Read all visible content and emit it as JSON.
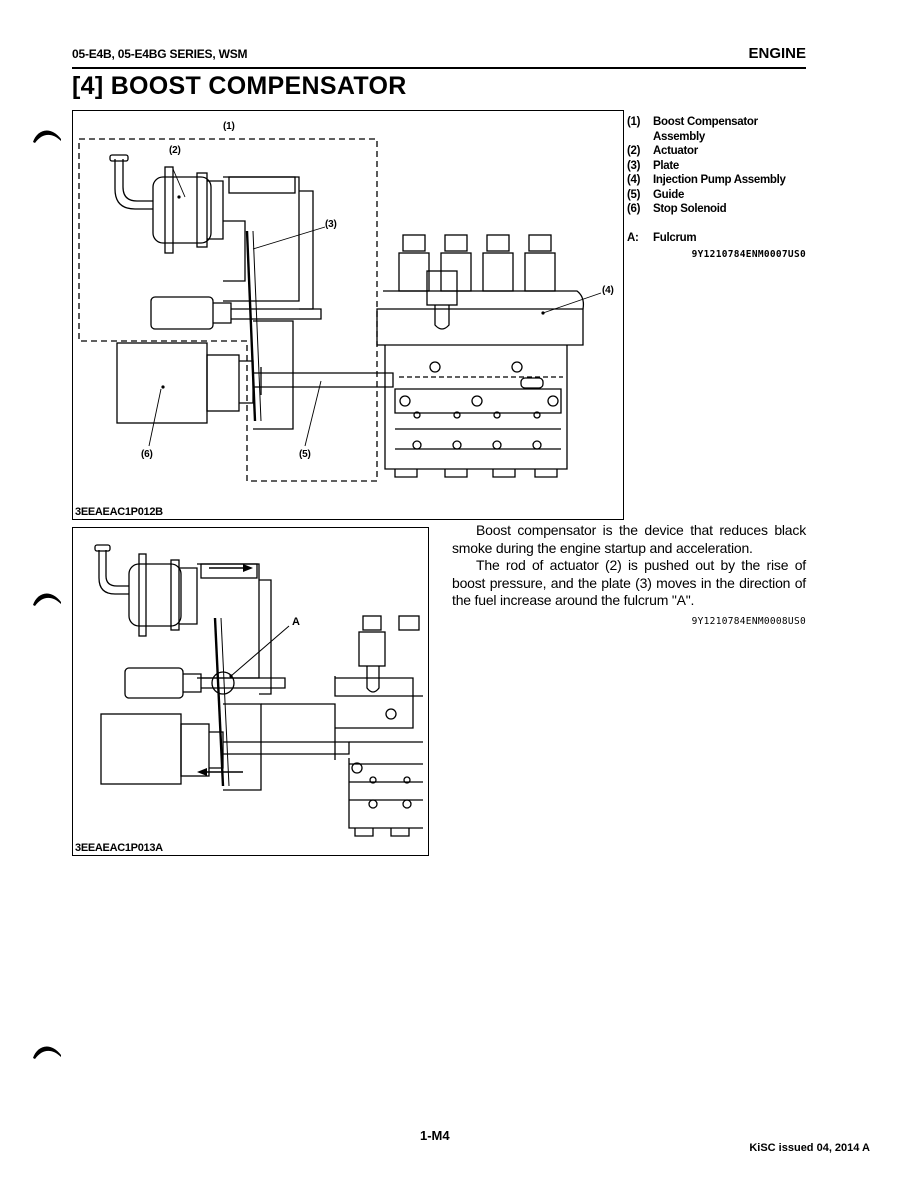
{
  "header": {
    "left": "05-E4B, 05-E4BG SERIES, WSM",
    "right": "ENGINE"
  },
  "section_title": "[4]  BOOST COMPENSATOR",
  "figure1": {
    "code": "3EEAEAC1P012B",
    "callouts": {
      "c1": "(1)",
      "c2": "(2)",
      "c3": "(3)",
      "c4": "(4)",
      "c5": "(5)",
      "c6": "(6)"
    }
  },
  "figure2": {
    "code": "3EEAEAC1P013A",
    "callouts": {
      "a": "A"
    }
  },
  "legend": {
    "items": [
      {
        "num": "(1)",
        "label": "Boost Compensator",
        "label2": "Assembly"
      },
      {
        "num": "(2)",
        "label": "Actuator"
      },
      {
        "num": "(3)",
        "label": "Plate"
      },
      {
        "num": "(4)",
        "label": "Injection Pump Assembly"
      },
      {
        "num": "(5)",
        "label": "Guide"
      },
      {
        "num": "(6)",
        "label": "Stop Solenoid"
      }
    ],
    "a_num": "A:",
    "a_label": "Fulcrum",
    "ref_code": "9Y1210784ENM0007US0"
  },
  "body": {
    "paragraph1": "Boost compensator is the device that reduces black smoke during the engine startup and acceleration.",
    "paragraph2": "The rod of actuator (2) is pushed out by the rise of boost pressure, and the plate (3) moves in the direction of the fuel increase around the fulcrum \"A\".",
    "ref_code": "9Y1210784ENM0008US0"
  },
  "footer": {
    "page": "1-M4",
    "issue": "KiSC issued 04, 2014 A"
  }
}
